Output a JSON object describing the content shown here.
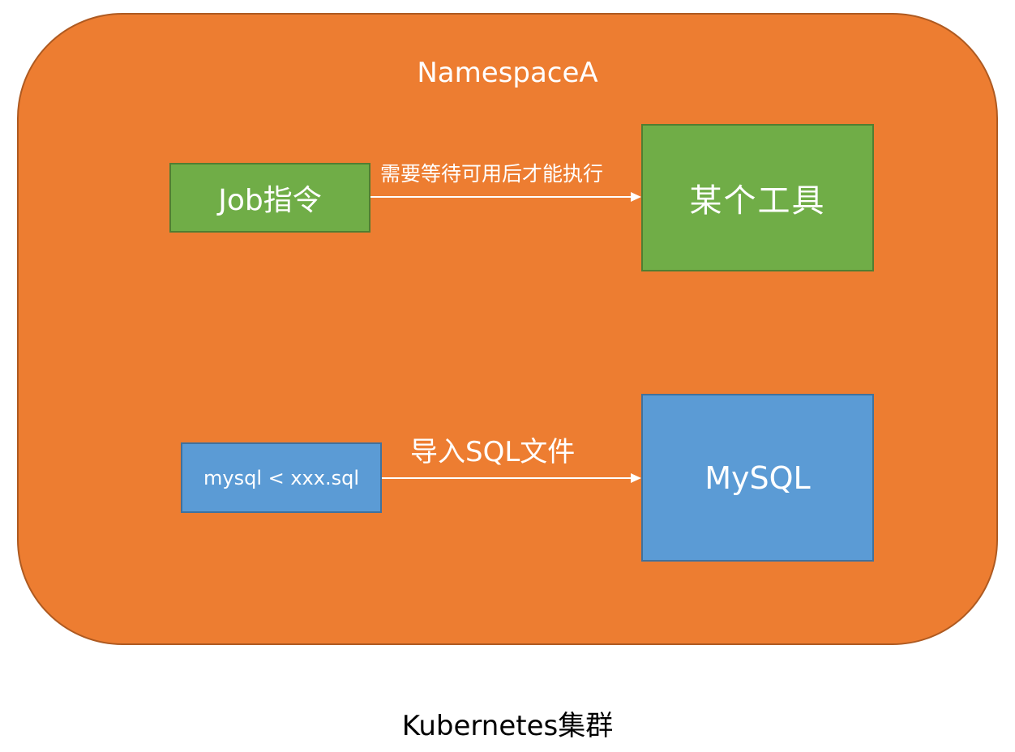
{
  "namespace": {
    "title": "NamespaceA",
    "fill_color": "#ED7D31"
  },
  "nodes": {
    "job": {
      "label": "Job指令",
      "color": "#70AD47"
    },
    "tool": {
      "label": "某个工具",
      "color": "#70AD47"
    },
    "mysql_command": {
      "label": "mysql < xxx.sql",
      "color": "#5B9BD5"
    },
    "mysql": {
      "label": "MySQL",
      "color": "#5B9BD5"
    }
  },
  "edges": [
    {
      "from": "job",
      "to": "tool",
      "label": "需要等待可用后才能执行"
    },
    {
      "from": "mysql_command",
      "to": "mysql",
      "label": "导入SQL文件"
    }
  ],
  "cluster": {
    "label": "Kubernetes集群"
  }
}
